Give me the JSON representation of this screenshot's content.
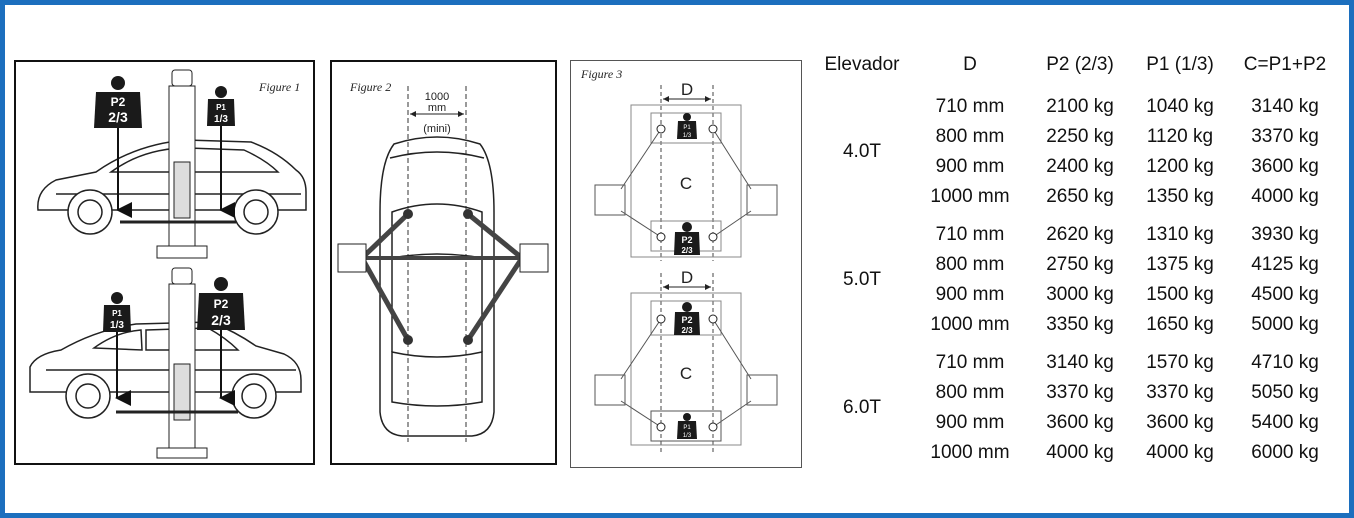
{
  "figures": {
    "fig1_label": "Figure 1",
    "fig2_label": "Figure 2",
    "fig3_label": "Figure 3",
    "fig1_top_left_badge": {
      "line1": "P2",
      "line2": "2/3"
    },
    "fig1_top_right_badge": {
      "line1": "P1",
      "line2": "1/3"
    },
    "fig1_bottom_left_badge": {
      "line1": "P1",
      "line2": "1/3"
    },
    "fig1_bottom_right_badge": {
      "line1": "P2",
      "line2": "2/3"
    },
    "fig2_dimension": {
      "value": "1000",
      "unit": "mm",
      "note": "(mini)"
    },
    "fig3_top": {
      "dim": "D",
      "center": "C",
      "badge_front": {
        "line1": "P1",
        "line2": "1/3"
      },
      "badge_rear": {
        "line1": "P2",
        "line2": "2/3"
      }
    },
    "fig3_bottom": {
      "dim": "D",
      "center": "C",
      "badge_front": {
        "line1": "P2",
        "line2": "2/3"
      },
      "badge_rear": {
        "line1": "P1",
        "line2": "1/3"
      }
    }
  },
  "table": {
    "headers": {
      "model": "Elevador",
      "d": "D",
      "p2": "P2 (2/3)",
      "p1": "P1 (1/3)",
      "c": "C=P1+P2"
    },
    "groups": [
      {
        "model": "4.0T",
        "rows": [
          {
            "d": "710 mm",
            "p2": "2100 kg",
            "p1": "1040 kg",
            "c": "3140 kg"
          },
          {
            "d": "800 mm",
            "p2": "2250 kg",
            "p1": "1120 kg",
            "c": "3370 kg"
          },
          {
            "d": "900 mm",
            "p2": "2400 kg",
            "p1": "1200 kg",
            "c": "3600 kg"
          },
          {
            "d": "1000 mm",
            "p2": "2650 kg",
            "p1": "1350 kg",
            "c": "4000 kg"
          }
        ]
      },
      {
        "model": "5.0T",
        "rows": [
          {
            "d": "710 mm",
            "p2": "2620 kg",
            "p1": "1310 kg",
            "c": "3930 kg"
          },
          {
            "d": "800 mm",
            "p2": "2750 kg",
            "p1": "1375 kg",
            "c": "4125 kg"
          },
          {
            "d": "900 mm",
            "p2": "3000 kg",
            "p1": "1500 kg",
            "c": "4500 kg"
          },
          {
            "d": "1000 mm",
            "p2": "3350 kg",
            "p1": "1650 kg",
            "c": "5000 kg"
          }
        ]
      },
      {
        "model": "6.0T",
        "rows": [
          {
            "d": "710 mm",
            "p2": "3140 kg",
            "p1": "1570 kg",
            "c": "4710 kg"
          },
          {
            "d": "800 mm",
            "p2": "3370 kg",
            "p1": "3370 kg",
            "c": "5050 kg"
          },
          {
            "d": "900 mm",
            "p2": "3600 kg",
            "p1": "3600 kg",
            "c": "5400 kg"
          },
          {
            "d": "1000 mm",
            "p2": "4000 kg",
            "p1": "4000 kg",
            "c": "6000 kg"
          }
        ]
      }
    ]
  }
}
